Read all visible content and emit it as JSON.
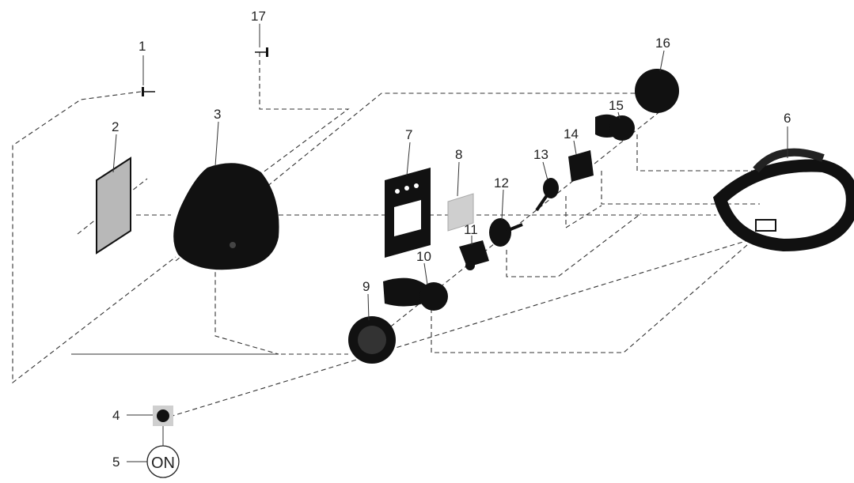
{
  "diagram": {
    "callouts": [
      "1",
      "2",
      "3",
      "4",
      "5",
      "6",
      "7",
      "8",
      "9",
      "10",
      "11",
      "12",
      "13",
      "14",
      "15",
      "16",
      "17"
    ],
    "switch_text": "ON"
  },
  "colors": {
    "part": "#111111",
    "filter": "#b8b8b8",
    "line": "#333333"
  }
}
